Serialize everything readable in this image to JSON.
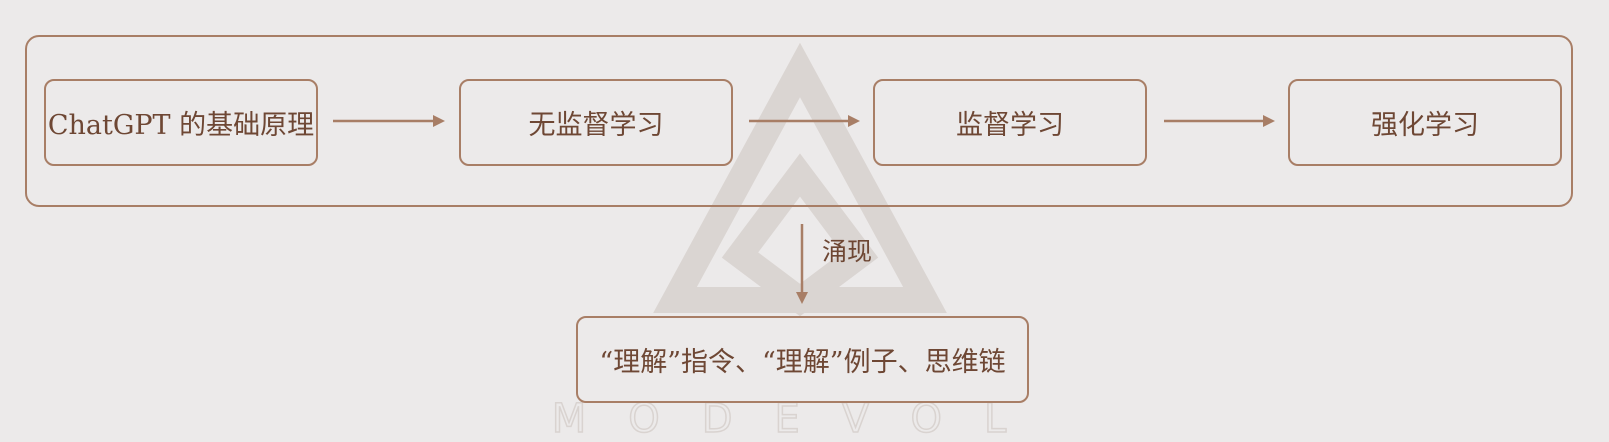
{
  "diagram": {
    "nodes": {
      "basics": "ChatGPT 的基础原理",
      "unsupervised": "无监督学习",
      "supervised": "监督学习",
      "reinforcement": "强化学习",
      "result": "“理解”指令、“理解”例子、思维链"
    },
    "edge_label": "涌现",
    "watermark_text": "MODEVOL"
  },
  "colors": {
    "background": "#eceaea",
    "stroke": "#a87e66",
    "text": "#6e4734"
  }
}
